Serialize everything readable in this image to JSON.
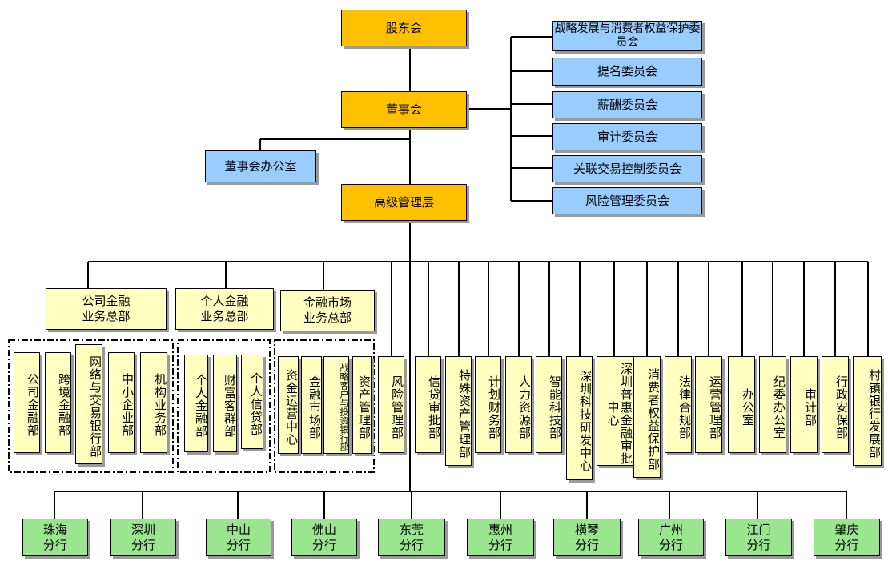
{
  "top": {
    "shareholders": "股东会",
    "board": "董事会",
    "board_office": "董事会办公室",
    "management": "高级管理层"
  },
  "committees": [
    "战略发展与消费者权益保护委员会",
    "提名委员会",
    "薪酬委员会",
    "审计委员会",
    "关联交易控制委员会",
    "风险管理委员会"
  ],
  "groups": [
    {
      "label": "公司金融\n业务总部",
      "departments": [
        "公司金融部",
        "跨境金融部",
        "网络与交易银行部",
        "中小企业部",
        "机构业务部"
      ]
    },
    {
      "label": "个人金融\n业务总部",
      "departments": [
        "个人金融部",
        "财富客群部",
        "个人信贷部"
      ]
    },
    {
      "label": "金融市场\n业务总部",
      "departments": [
        "资金运营中心",
        "金融市场部",
        "战略客户与投资银行部",
        "资产管理部"
      ]
    }
  ],
  "departments": [
    "风险管理部",
    "信贷审批部",
    "特殊资产管理部",
    "计划财务部",
    "人力资源部",
    "智能科技部",
    "深圳科技研发中心",
    "深圳普惠金融审批中心",
    "消费者权益保护部",
    "法律合规部",
    "运营管理部",
    "办公室",
    "纪委办公室",
    "审计部",
    "行政安保部",
    "村镇银行发展部"
  ],
  "branches": [
    "珠海\n分行",
    "深圳\n分行",
    "中山\n分行",
    "佛山\n分行",
    "东莞\n分行",
    "惠州\n分行",
    "横琴\n分行",
    "广州\n分行",
    "江门\n分行",
    "肇庆\n分行"
  ],
  "colors": {
    "top_boxes": "#ffc000",
    "committees": "#99ccff",
    "departments": "#ffffc0",
    "branches": "#99e68f"
  }
}
